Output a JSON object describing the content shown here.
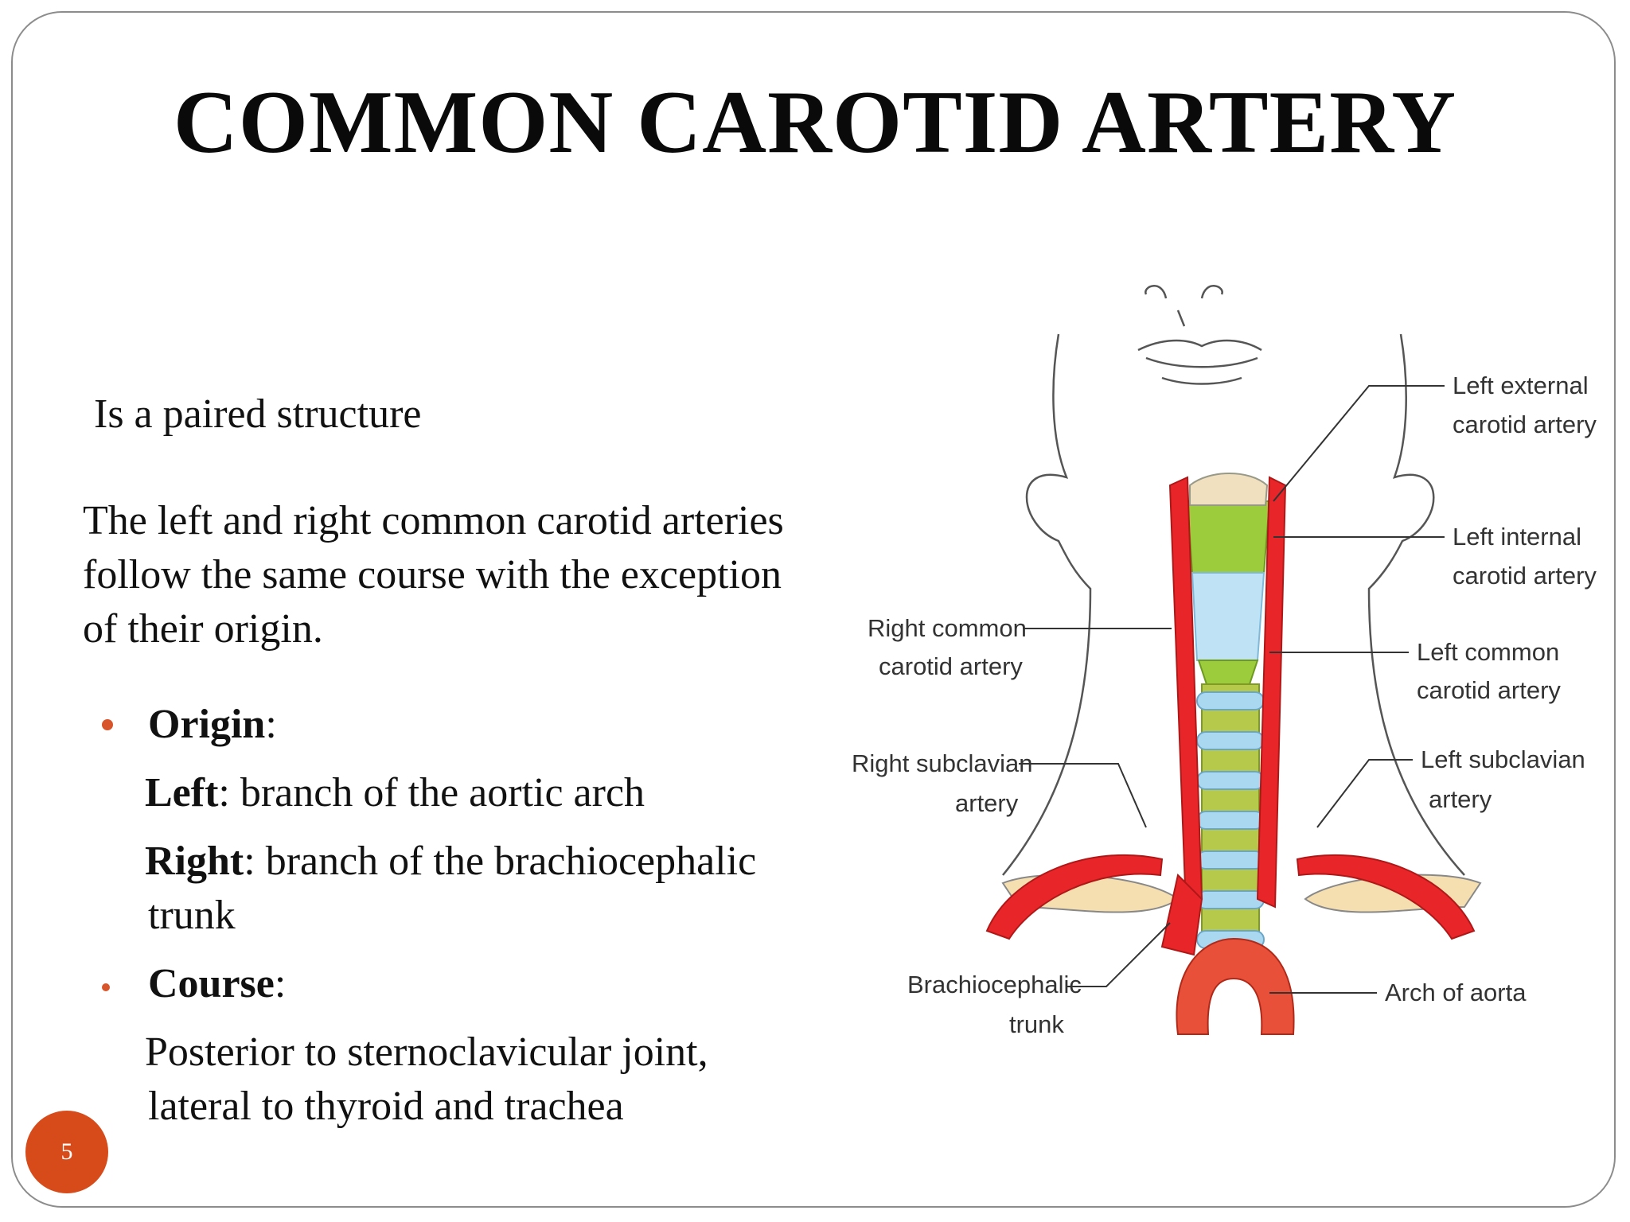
{
  "slide": {
    "title": "COMMON CAROTID ARTERY",
    "page_number": "5",
    "accent_color": "#d74b1a"
  },
  "body": {
    "intro": "Is a paired structure",
    "paragraph_lines": [
      "The left and right common carotid arteries",
      "follow the same course with the exception",
      "of their origin."
    ],
    "origin": {
      "heading": "Origin",
      "left_label": "Left",
      "left_text": ": branch of the aortic arch",
      "right_label": "Right",
      "right_text": ": branch of the brachiocephalic",
      "right_text_cont": "trunk"
    },
    "course": {
      "heading": "Course",
      "line1": "Posterior to sternoclavicular joint,",
      "line2": "lateral to thyroid and trachea"
    }
  },
  "diagram": {
    "labels": {
      "left_external": [
        "Left external",
        "carotid artery"
      ],
      "left_internal": [
        "Left internal",
        "carotid artery"
      ],
      "right_common": [
        "Right common",
        "carotid artery"
      ],
      "left_common": [
        "Left common",
        "carotid artery"
      ],
      "right_subclavian": [
        "Right subclavian",
        "artery"
      ],
      "left_subclavian": [
        "Left subclavian",
        "artery"
      ],
      "brachiocephalic": [
        "Brachiocephalic",
        "trunk"
      ],
      "arch_of_aorta": [
        "Arch of aorta"
      ]
    },
    "colors": {
      "artery": "#e8262a",
      "thyroid_cartilage": "#9ccc3c",
      "larynx": "#bfe3f5",
      "trachea_ring": "#a9d8f0",
      "clavicle": "#f5dfb0",
      "aorta": "#e8503a"
    }
  }
}
